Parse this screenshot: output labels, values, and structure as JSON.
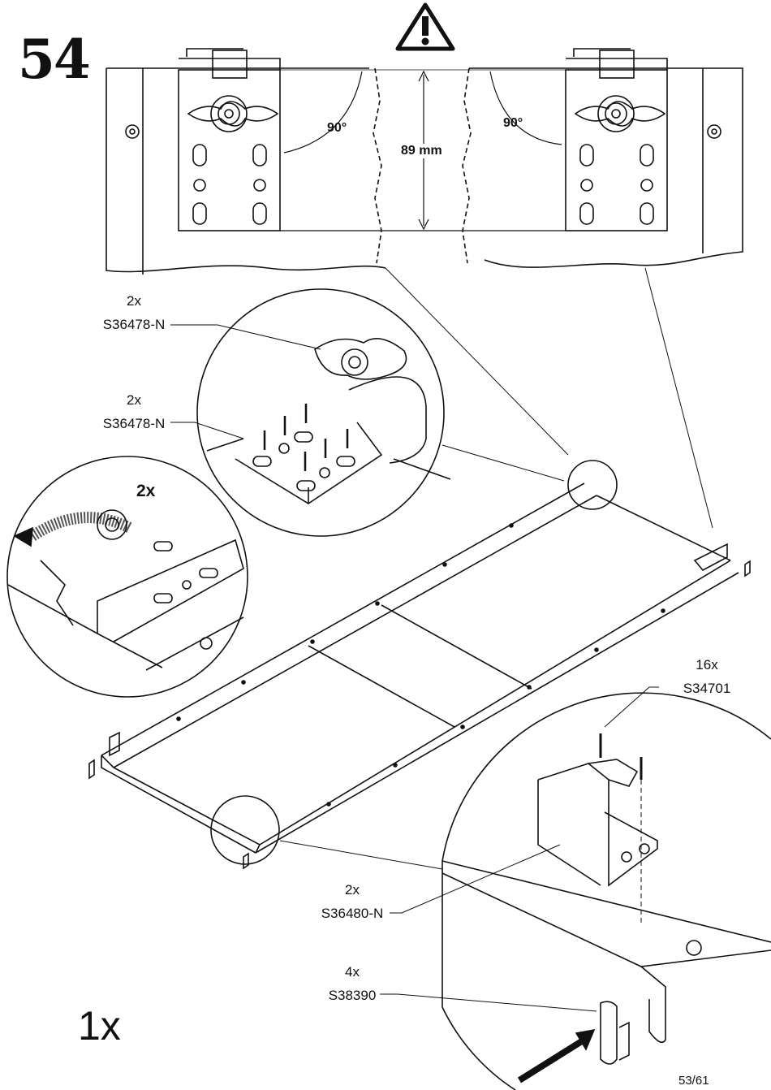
{
  "step": {
    "number": "54"
  },
  "warning": {
    "icon": "warning-triangle-icon"
  },
  "dimensions": {
    "angle_left": "90°",
    "angle_right": "90°",
    "spacing": "89 mm"
  },
  "callouts": [
    {
      "qty": "2x",
      "part": "S36478-N"
    },
    {
      "qty": "2x",
      "part": "S36478-N"
    },
    {
      "qty": "2x",
      "part": ""
    },
    {
      "qty": "16x",
      "part": "S34701"
    },
    {
      "qty": "2x",
      "part": "S36480-N"
    },
    {
      "qty": "4x",
      "part": "S38390"
    }
  ],
  "assembly": {
    "quantity": "1x"
  },
  "page": {
    "number": "53/61"
  }
}
